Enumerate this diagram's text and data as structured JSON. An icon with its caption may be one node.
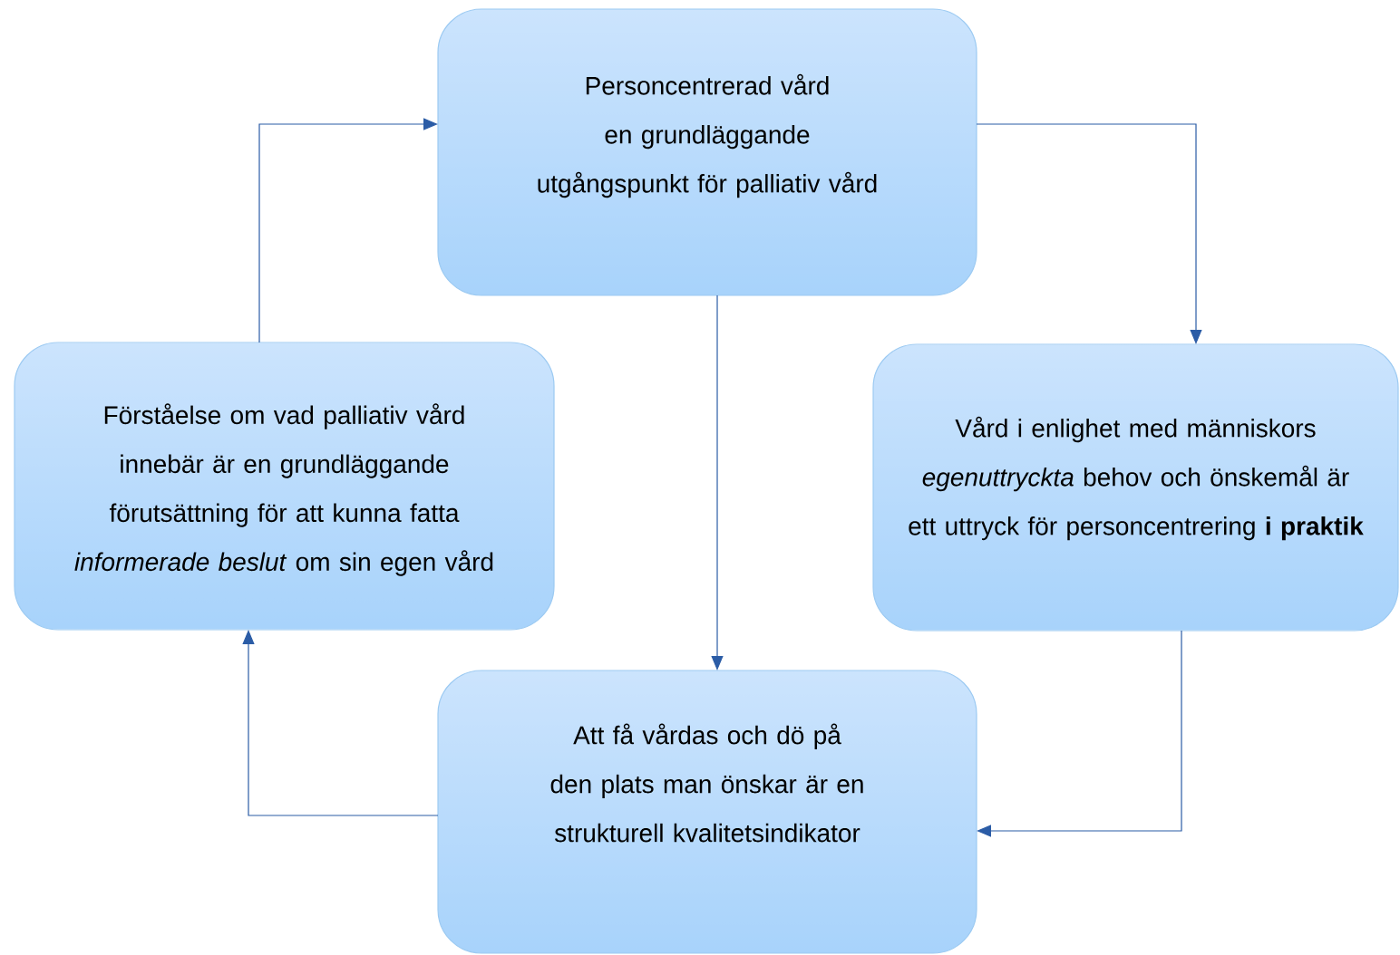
{
  "diagram": {
    "nodes": [
      {
        "text": [
          "Personcentrerad vård en grundläggande utgångspunkt för palliativ vård"
        ]
      },
      {
        "text": [
          "Vård i enlighet med människors *egenuttryckta* behov och önskemål är ett uttryck för personcentrering **i praktik**"
        ]
      },
      {
        "text": [
          "Att få vårdas och dö på den plats man önskar är en strukturell kvalitetsindikator"
        ]
      },
      {
        "text": [
          "Förståelse om vad palliativ vård innebär är en grundläggande förutsättning för att kunna fatta *informerade beslut* om sin egen vård"
        ]
      }
    ],
    "edges": [
      {
        "from": 0,
        "to": 1,
        "arrow": "to"
      },
      {
        "from": 0,
        "to": 2,
        "arrow": "to"
      },
      {
        "from": 1,
        "to": 2,
        "arrow": "to"
      },
      {
        "from": 2,
        "to": 3,
        "arrow": "to"
      },
      {
        "from": 3,
        "to": 0,
        "arrow": "to"
      }
    ]
  }
}
